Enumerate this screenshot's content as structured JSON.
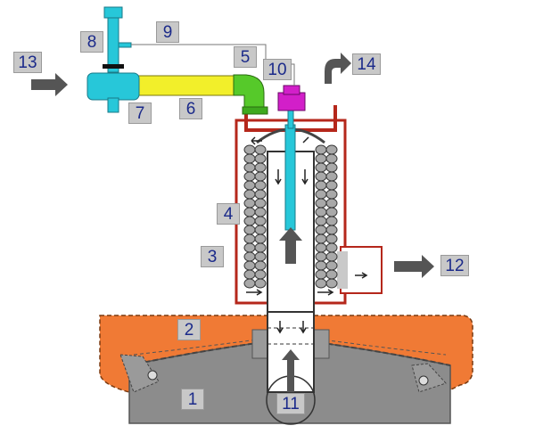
{
  "labels": {
    "l1": "1",
    "l2": "2",
    "l3": "3",
    "l4": "4",
    "l5": "5",
    "l6": "6",
    "l7": "7",
    "l8": "8",
    "l9": "9",
    "l10": "10",
    "l11": "11",
    "l12": "12",
    "l13": "13",
    "l14": "14"
  },
  "colors": {
    "base_orange": "#f07a35",
    "dome_gray": "#8c8c8c",
    "cylinder_red": "#b5271b",
    "coil_gray": "#9a9a9a",
    "pipe_yellow": "#f2ef2a",
    "elbow_green": "#56c92a",
    "valve_cyan": "#27c7d9",
    "fitting_magenta": "#d21fc9",
    "arrow_gray": "#5a5a5a"
  }
}
